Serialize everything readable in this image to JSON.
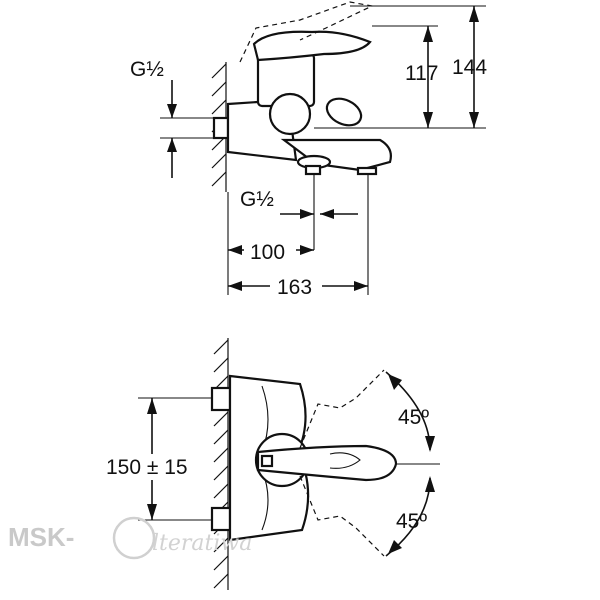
{
  "side_view": {
    "thread_wall_label": "G½",
    "thread_spout_label": "G½",
    "dim_height_small": "117",
    "dim_height_total": "144",
    "dim_width_spout": "100",
    "dim_width_total": "163"
  },
  "top_view": {
    "dim_centers": "150 ± 15",
    "angle_upper": "45º",
    "angle_lower": "45º"
  },
  "watermark": {
    "brand": "MSK-",
    "script": "lteratiwa"
  }
}
